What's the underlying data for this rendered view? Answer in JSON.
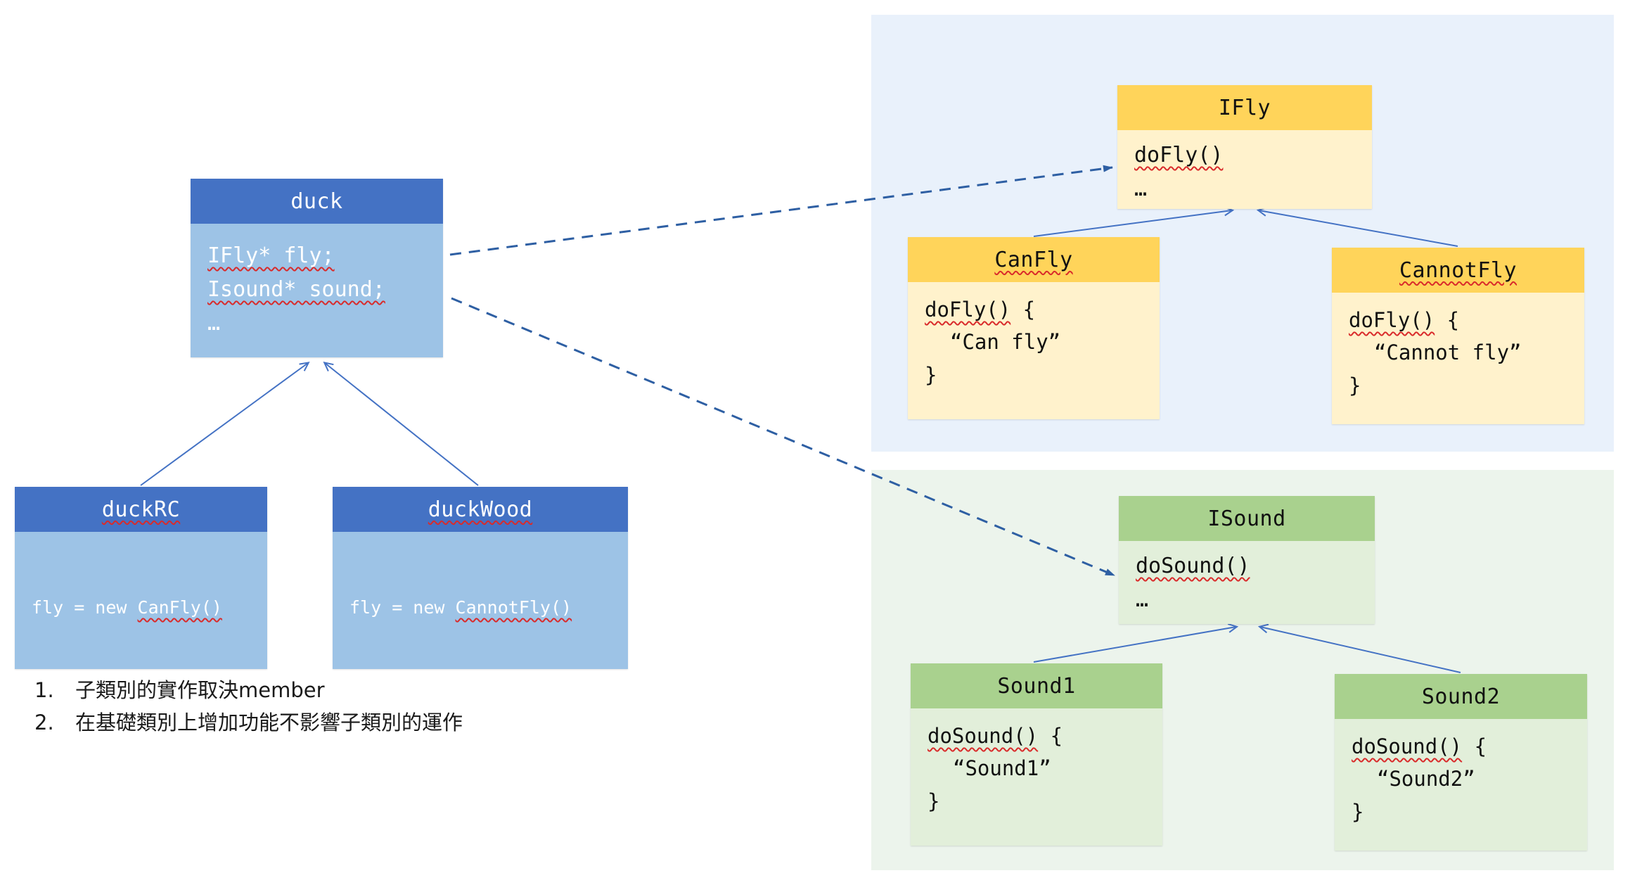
{
  "notes": [
    {
      "num": "1.",
      "text": "子類別的實作取決member"
    },
    {
      "num": "2.",
      "text": "在基礎類別上增加功能不影響子類別的運作"
    }
  ],
  "classes": {
    "duck": {
      "title": "duck",
      "line1": "IFly* fly;",
      "line2": "Isound* sound;",
      "line3": "…"
    },
    "duckrc": {
      "title": "duckRC",
      "body_prefix": "fly = new ",
      "body_call": "CanFly()"
    },
    "duckwood": {
      "title": "duckWood",
      "body_prefix": "fly = new ",
      "body_call": "CannotFly()"
    },
    "ifly": {
      "title": "IFly",
      "method": "doFly()",
      "ellipsis": "…"
    },
    "canfly": {
      "title": "CanFly",
      "fn": "doFly()",
      "open": " {",
      "string": "“Can fly”",
      "close": "}"
    },
    "cannotfly": {
      "title": "CannotFly",
      "fn": "doFly()",
      "open": " {",
      "string": "“Cannot fly”",
      "close": "}"
    },
    "isound": {
      "title": "ISound",
      "method": "doSound()",
      "ellipsis": "…"
    },
    "sound1": {
      "title": "Sound1",
      "fn": "doSound()",
      "open": " {",
      "string": "“Sound1”",
      "close": "}"
    },
    "sound2": {
      "title": "Sound2",
      "fn": "doSound()",
      "open": " {",
      "string": "“Sound2”",
      "close": "}"
    }
  },
  "colors": {
    "blue_header": "#4472c4",
    "blue_body": "#9dc3e6",
    "yellow_header": "#ffd45a",
    "yellow_body": "#fff2cc",
    "green_header": "#a9d18e",
    "green_body": "#e2efda",
    "panel_fly": "#e9f1fb",
    "panel_sound": "#ecf4ec",
    "inherit_arrow": "#4472c4",
    "dashed_arrow": "#2e5fa3",
    "squiggle": "#d92b2b"
  }
}
